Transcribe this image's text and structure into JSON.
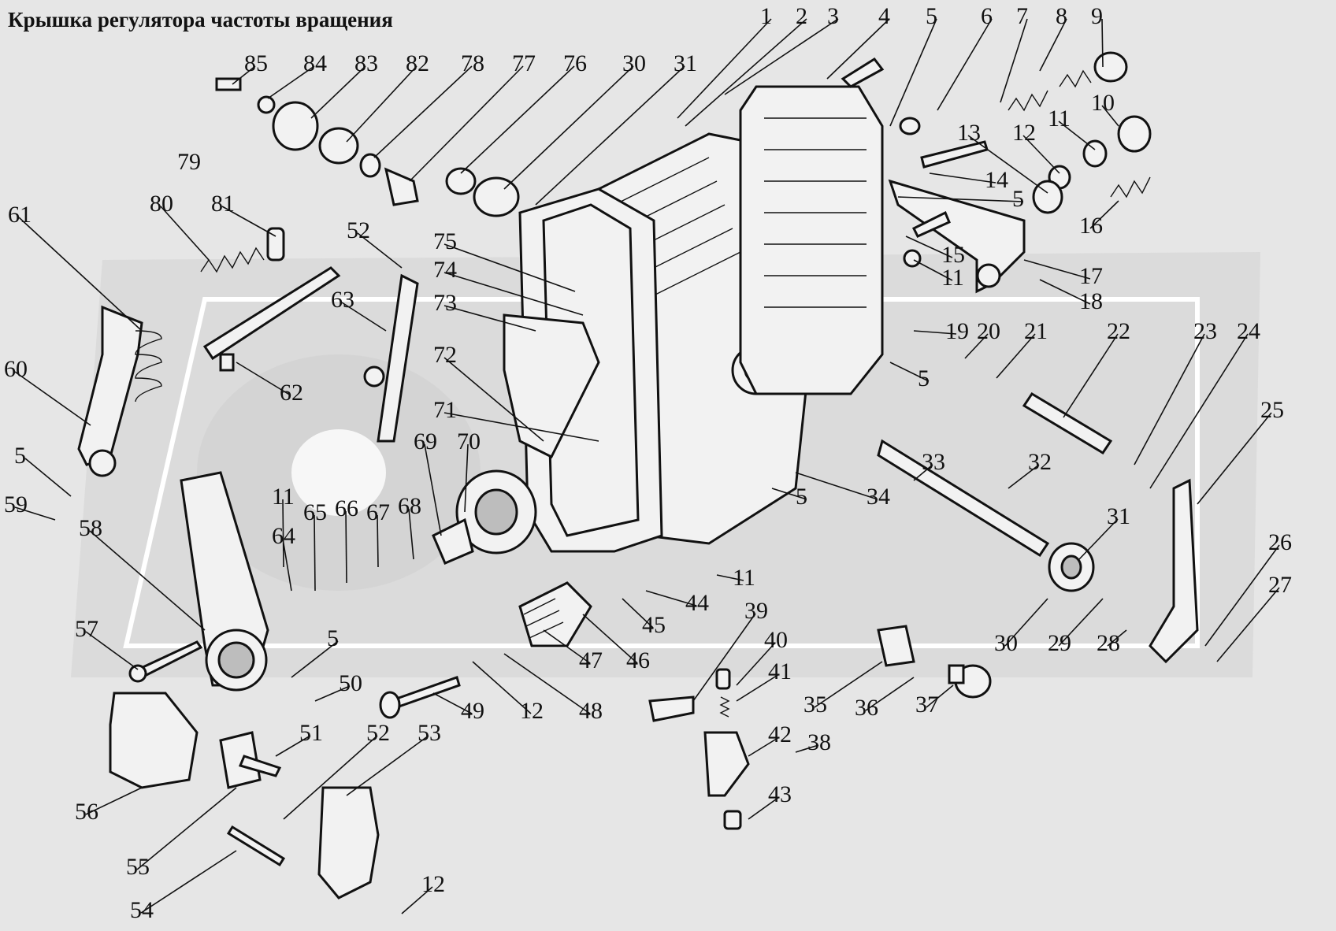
{
  "title": "Крышка регулятора частоты вращения",
  "callouts": [
    {
      "id": "c1",
      "label": "1"
    },
    {
      "id": "c2",
      "label": "2"
    },
    {
      "id": "c3",
      "label": "3"
    },
    {
      "id": "c4",
      "label": "4"
    },
    {
      "id": "c5a",
      "label": "5"
    },
    {
      "id": "c6",
      "label": "6"
    },
    {
      "id": "c7",
      "label": "7"
    },
    {
      "id": "c8",
      "label": "8"
    },
    {
      "id": "c9",
      "label": "9"
    },
    {
      "id": "c10",
      "label": "10"
    },
    {
      "id": "c11a",
      "label": "11"
    },
    {
      "id": "c12a",
      "label": "12"
    },
    {
      "id": "c13",
      "label": "13"
    },
    {
      "id": "c14",
      "label": "14"
    },
    {
      "id": "c5b",
      "label": "5"
    },
    {
      "id": "c16",
      "label": "16"
    },
    {
      "id": "c15",
      "label": "15"
    },
    {
      "id": "c11b",
      "label": "11"
    },
    {
      "id": "c17",
      "label": "17"
    },
    {
      "id": "c18",
      "label": "18"
    },
    {
      "id": "c19",
      "label": "19"
    },
    {
      "id": "c20",
      "label": "20"
    },
    {
      "id": "c21",
      "label": "21"
    },
    {
      "id": "c22",
      "label": "22"
    },
    {
      "id": "c23",
      "label": "23"
    },
    {
      "id": "c24",
      "label": "24"
    },
    {
      "id": "c5c",
      "label": "5"
    },
    {
      "id": "c25",
      "label": "25"
    },
    {
      "id": "c33",
      "label": "33"
    },
    {
      "id": "c32",
      "label": "32"
    },
    {
      "id": "c34",
      "label": "34"
    },
    {
      "id": "c5d",
      "label": "5"
    },
    {
      "id": "c31b",
      "label": "31"
    },
    {
      "id": "c26",
      "label": "26"
    },
    {
      "id": "c27",
      "label": "27"
    },
    {
      "id": "c11c",
      "label": "11"
    },
    {
      "id": "c44",
      "label": "44"
    },
    {
      "id": "c45",
      "label": "45"
    },
    {
      "id": "c30b",
      "label": "30"
    },
    {
      "id": "c29",
      "label": "29"
    },
    {
      "id": "c28",
      "label": "28"
    },
    {
      "id": "c39",
      "label": "39"
    },
    {
      "id": "c40",
      "label": "40"
    },
    {
      "id": "c41",
      "label": "41"
    },
    {
      "id": "c42",
      "label": "42"
    },
    {
      "id": "c38",
      "label": "38"
    },
    {
      "id": "c43",
      "label": "43"
    },
    {
      "id": "c35",
      "label": "35"
    },
    {
      "id": "c36",
      "label": "36"
    },
    {
      "id": "c37",
      "label": "37"
    },
    {
      "id": "c85",
      "label": "85"
    },
    {
      "id": "c84",
      "label": "84"
    },
    {
      "id": "c83",
      "label": "83"
    },
    {
      "id": "c82",
      "label": "82"
    },
    {
      "id": "c78",
      "label": "78"
    },
    {
      "id": "c77",
      "label": "77"
    },
    {
      "id": "c76",
      "label": "76"
    },
    {
      "id": "c30a",
      "label": "30"
    },
    {
      "id": "c31a",
      "label": "31"
    },
    {
      "id": "c79",
      "label": "79"
    },
    {
      "id": "c80",
      "label": "80"
    },
    {
      "id": "c81",
      "label": "81"
    },
    {
      "id": "c61",
      "label": "61"
    },
    {
      "id": "c52a",
      "label": "52"
    },
    {
      "id": "c75",
      "label": "75"
    },
    {
      "id": "c74",
      "label": "74"
    },
    {
      "id": "c63",
      "label": "63"
    },
    {
      "id": "c73",
      "label": "73"
    },
    {
      "id": "c60",
      "label": "60"
    },
    {
      "id": "c72",
      "label": "72"
    },
    {
      "id": "c62",
      "label": "62"
    },
    {
      "id": "c71",
      "label": "71"
    },
    {
      "id": "c69",
      "label": "69"
    },
    {
      "id": "c70",
      "label": "70"
    },
    {
      "id": "c5e",
      "label": "5"
    },
    {
      "id": "c59",
      "label": "59"
    },
    {
      "id": "c11d",
      "label": "11"
    },
    {
      "id": "c65",
      "label": "65"
    },
    {
      "id": "c66",
      "label": "66"
    },
    {
      "id": "c67",
      "label": "67"
    },
    {
      "id": "c68",
      "label": "68"
    },
    {
      "id": "c64",
      "label": "64"
    },
    {
      "id": "c58",
      "label": "58"
    },
    {
      "id": "c57",
      "label": "57"
    },
    {
      "id": "c5f",
      "label": "5"
    },
    {
      "id": "c50",
      "label": "50"
    },
    {
      "id": "c47",
      "label": "47"
    },
    {
      "id": "c46",
      "label": "46"
    },
    {
      "id": "c49",
      "label": "49"
    },
    {
      "id": "c12b",
      "label": "12"
    },
    {
      "id": "c48",
      "label": "48"
    },
    {
      "id": "c51",
      "label": "51"
    },
    {
      "id": "c52b",
      "label": "52"
    },
    {
      "id": "c53",
      "label": "53"
    },
    {
      "id": "c56",
      "label": "56"
    },
    {
      "id": "c55",
      "label": "55"
    },
    {
      "id": "c54",
      "label": "54"
    },
    {
      "id": "c12c",
      "label": "12"
    }
  ]
}
